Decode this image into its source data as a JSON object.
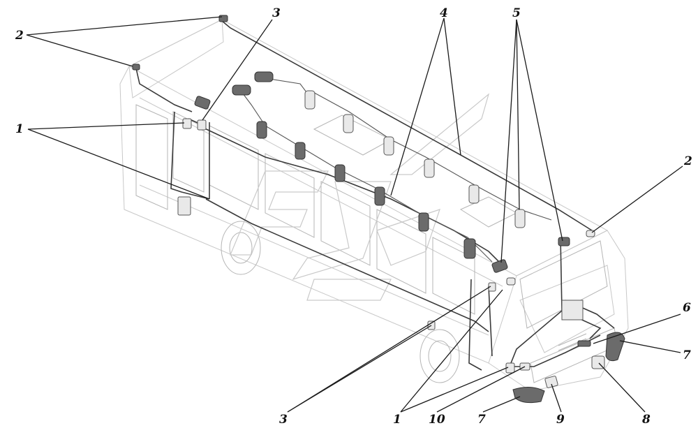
{
  "callouts": {
    "c2_top_left": "2",
    "c3_top": "3",
    "c4_top": "4",
    "c5_top": "5",
    "c1_left": "1",
    "c2_right": "2",
    "c6_right": "6",
    "c7_right": "7",
    "c3_bottom": "3",
    "c1_bottom": "1",
    "c10_bottom": "10",
    "c7_bottom": "7",
    "c9_bottom": "9",
    "c8_bottom": "8"
  }
}
